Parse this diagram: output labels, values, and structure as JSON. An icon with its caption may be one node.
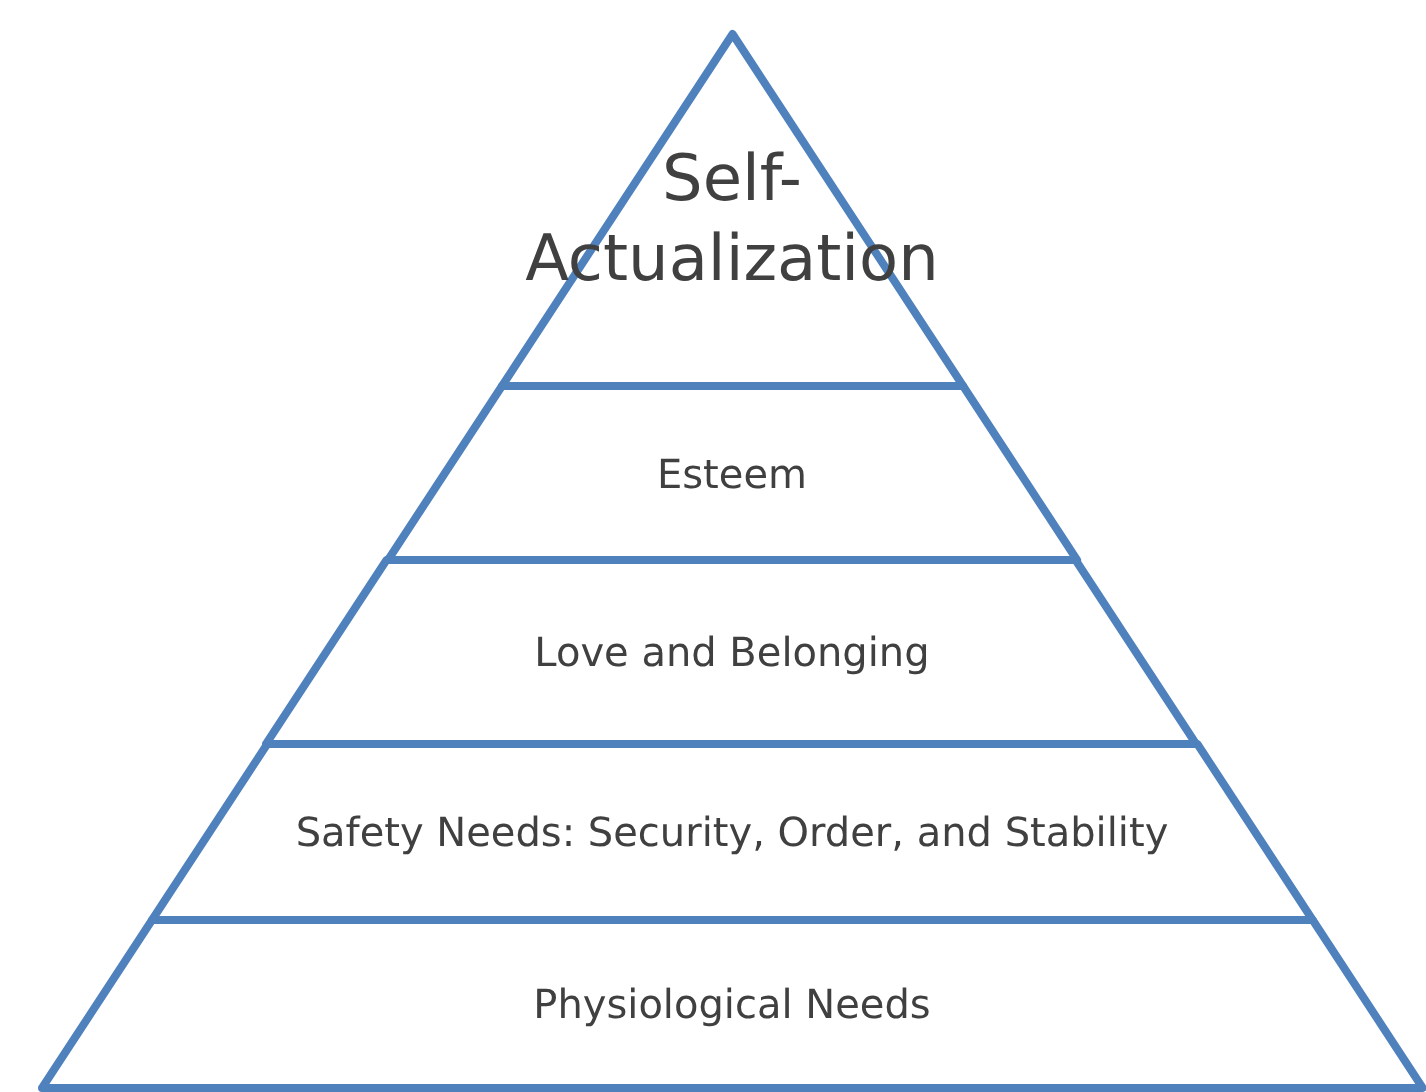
{
  "diagram": {
    "nodes": [
      {
        "text": [
          "Self-Actualization"
        ]
      },
      {
        "text": [
          "Esteem"
        ]
      },
      {
        "text": [
          "Love and Belonging"
        ]
      },
      {
        "text": [
          "Safety Needs: Security, Order, and Stability"
        ]
      },
      {
        "text": [
          "Physiological Needs"
        ]
      }
    ],
    "edges": []
  }
}
